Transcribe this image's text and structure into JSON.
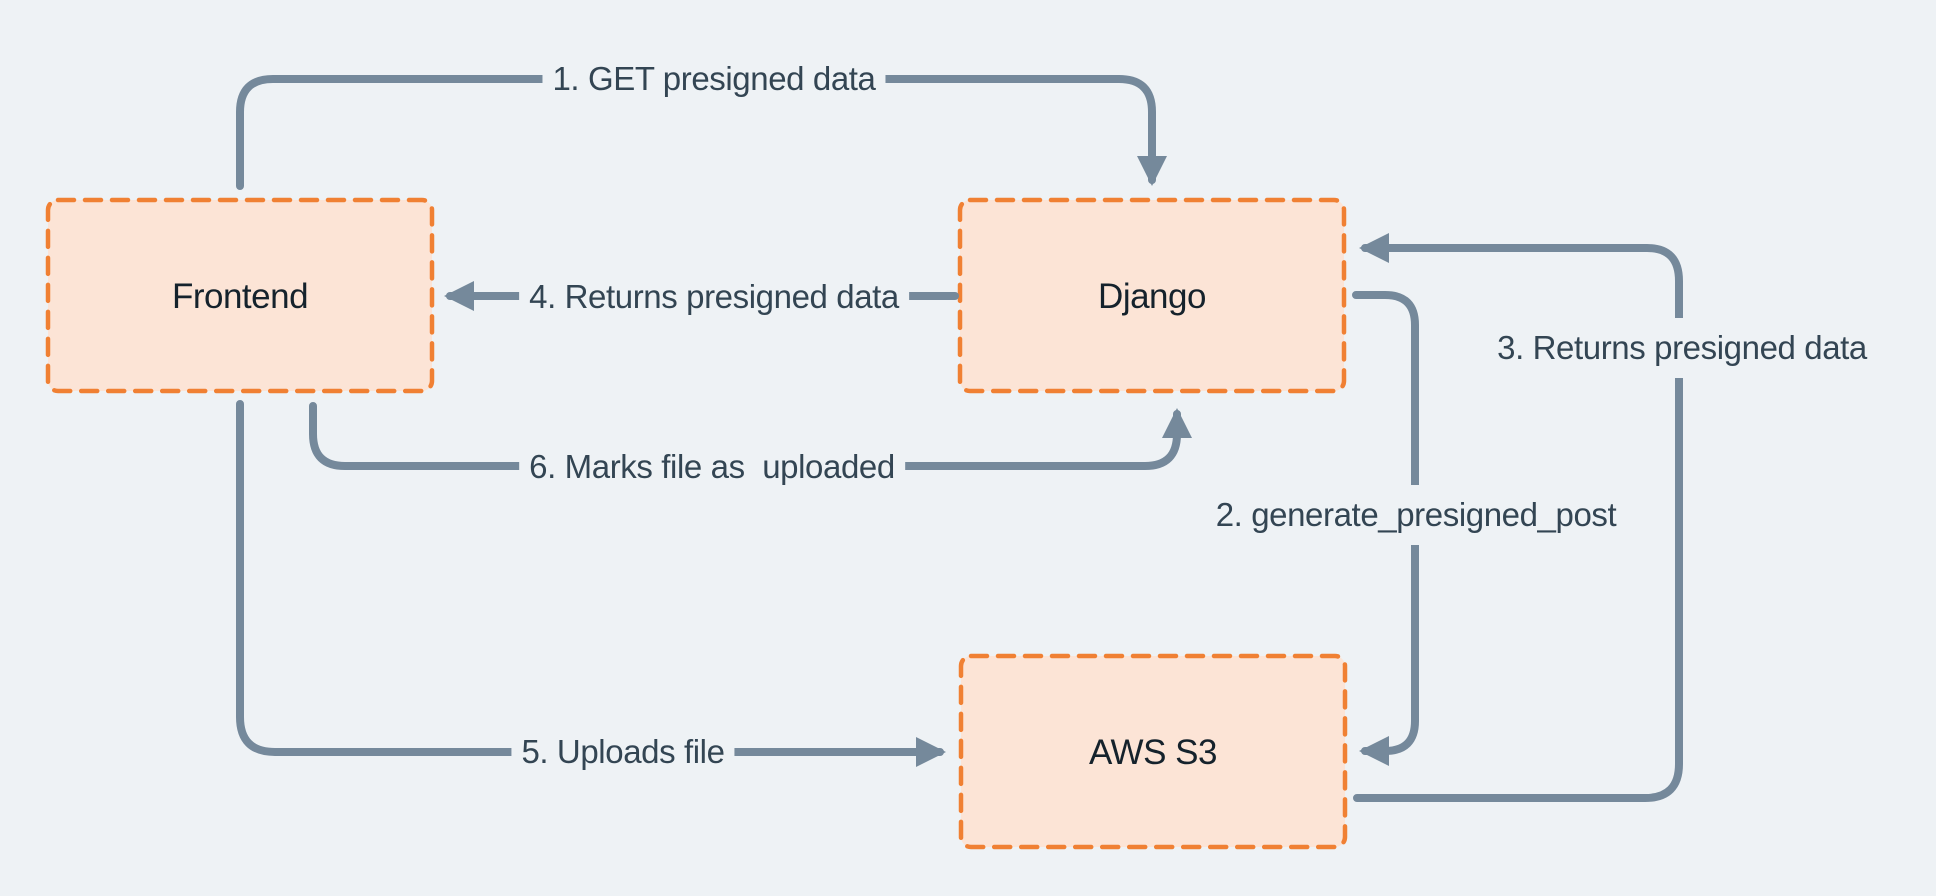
{
  "diagram": {
    "colors": {
      "background": "#eef2f5",
      "node_fill": "#fce4d6",
      "node_border": "#f08033",
      "arrow": "#75899b",
      "edge_label_text": "#334553",
      "node_label_text": "#15222c"
    },
    "nodes": [
      {
        "id": "frontend",
        "label": "Frontend"
      },
      {
        "id": "django",
        "label": "Django"
      },
      {
        "id": "aws-s3",
        "label": "AWS S3"
      }
    ],
    "edges": [
      {
        "label": "1. GET presigned data",
        "from": "Frontend",
        "to": "Django"
      },
      {
        "label": "2. generate_presigned_post",
        "from": "Django",
        "to": "AWS S3"
      },
      {
        "label": "3. Returns presigned data",
        "from": "AWS S3",
        "to": "Django"
      },
      {
        "label": "4. Returns presigned data",
        "from": "Django",
        "to": "Frontend"
      },
      {
        "label": "5. Uploads file",
        "from": "Frontend",
        "to": "AWS S3"
      },
      {
        "label": "6. Marks file as  uploaded",
        "from": "Frontend",
        "to": "Django"
      }
    ]
  }
}
